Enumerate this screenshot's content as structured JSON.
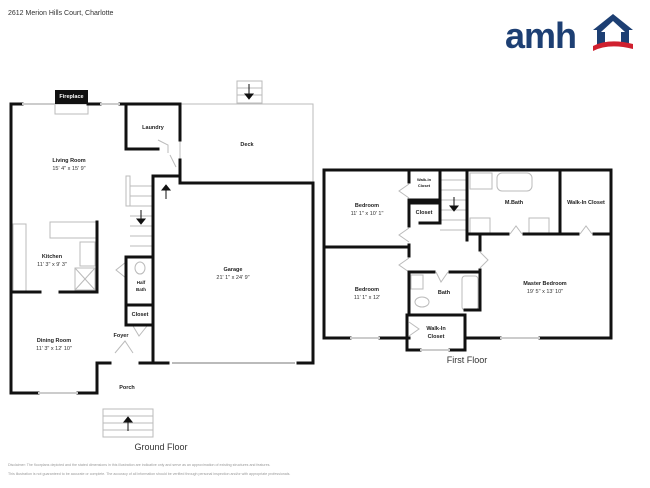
{
  "header": {
    "address": "2612 Merion Hills Court, Charlotte"
  },
  "logo": {
    "text": "amh",
    "colors": {
      "navy": "#1d3f73",
      "red": "#d0202f"
    }
  },
  "ground_floor": {
    "label": "Ground Floor",
    "fireplace": "Fireplace",
    "rooms": [
      {
        "name": "Laundry",
        "dims": ""
      },
      {
        "name": "Deck",
        "dims": ""
      },
      {
        "name": "Living Room",
        "dims": "15' 4\" x 15' 9\""
      },
      {
        "name": "Kitchen",
        "dims": "11' 3\" x 9' 3\""
      },
      {
        "name": "Half",
        "dims": "Bath"
      },
      {
        "name": "Closet",
        "dims": ""
      },
      {
        "name": "Garage",
        "dims": "21' 1\" x 24' 9\""
      },
      {
        "name": "Foyer",
        "dims": ""
      },
      {
        "name": "Dining Room",
        "dims": "11' 3\" x 12' 10\""
      },
      {
        "name": "Porch",
        "dims": ""
      }
    ]
  },
  "first_floor": {
    "label": "First Floor",
    "rooms": [
      {
        "name": "Bedroom",
        "dims": "11' 1\" x 10' 1\""
      },
      {
        "name": "Walk-In",
        "dims": "Closet"
      },
      {
        "name": "Closet",
        "dims": ""
      },
      {
        "name": "M.Bath",
        "dims": ""
      },
      {
        "name": "Walk-In Closet",
        "dims": ""
      },
      {
        "name": "Bedroom",
        "dims": "11' 1\" x 12'"
      },
      {
        "name": "Bath",
        "dims": ""
      },
      {
        "name": "Master Bedroom",
        "dims": "19' 5\" x 13' 10\""
      },
      {
        "name": "Walk-In",
        "dims": "Closet"
      }
    ]
  },
  "disclaimer": [
    "Disclaimer: The floorplans depicted and the stated dimensions in this illustration are indicative only and serve as an approximation of existing structures and features.",
    "This illustration is not guaranteed to be accurate or complete. The accuracy of all information should be verified through personal inspection and/or with appropriate professionals."
  ]
}
